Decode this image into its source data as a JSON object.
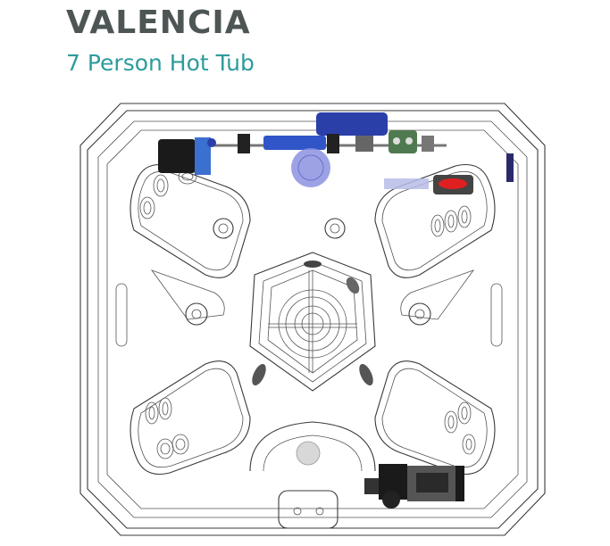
{
  "header": {
    "title": "VALENCIA",
    "subtitle": "7 Person Hot Tub"
  },
  "colors": {
    "title": "#4e5555",
    "subtitle": "#2e9b9b",
    "line_art": "#3a3a3a",
    "component_blue": "#2a3fa8",
    "component_light_blue": "#3b6fd0",
    "filter_lavender": "#8c92e0",
    "component_green": "#4f7a4f",
    "valve_red": "#e02020",
    "pump_black": "#1a1a1a"
  },
  "diagram": {
    "type": "top-view technical line drawing",
    "seats": 7,
    "components": [
      {
        "name": "control-box",
        "color": "blue",
        "position": "top-center"
      },
      {
        "name": "heater",
        "color": "blue",
        "position": "top-left-center"
      },
      {
        "name": "filter",
        "color": "lavender",
        "position": "top-center"
      },
      {
        "name": "circulation-pump",
        "color": "black",
        "position": "top-left"
      },
      {
        "name": "ozonator-manifold",
        "color": "green",
        "position": "top-right"
      },
      {
        "name": "diverter-valve",
        "color": "red",
        "position": "top-right"
      },
      {
        "name": "jet-pump",
        "color": "black",
        "position": "bottom-right"
      },
      {
        "name": "footwell-jets",
        "position": "center"
      },
      {
        "name": "drain-fitting",
        "position": "bottom-center"
      }
    ]
  }
}
